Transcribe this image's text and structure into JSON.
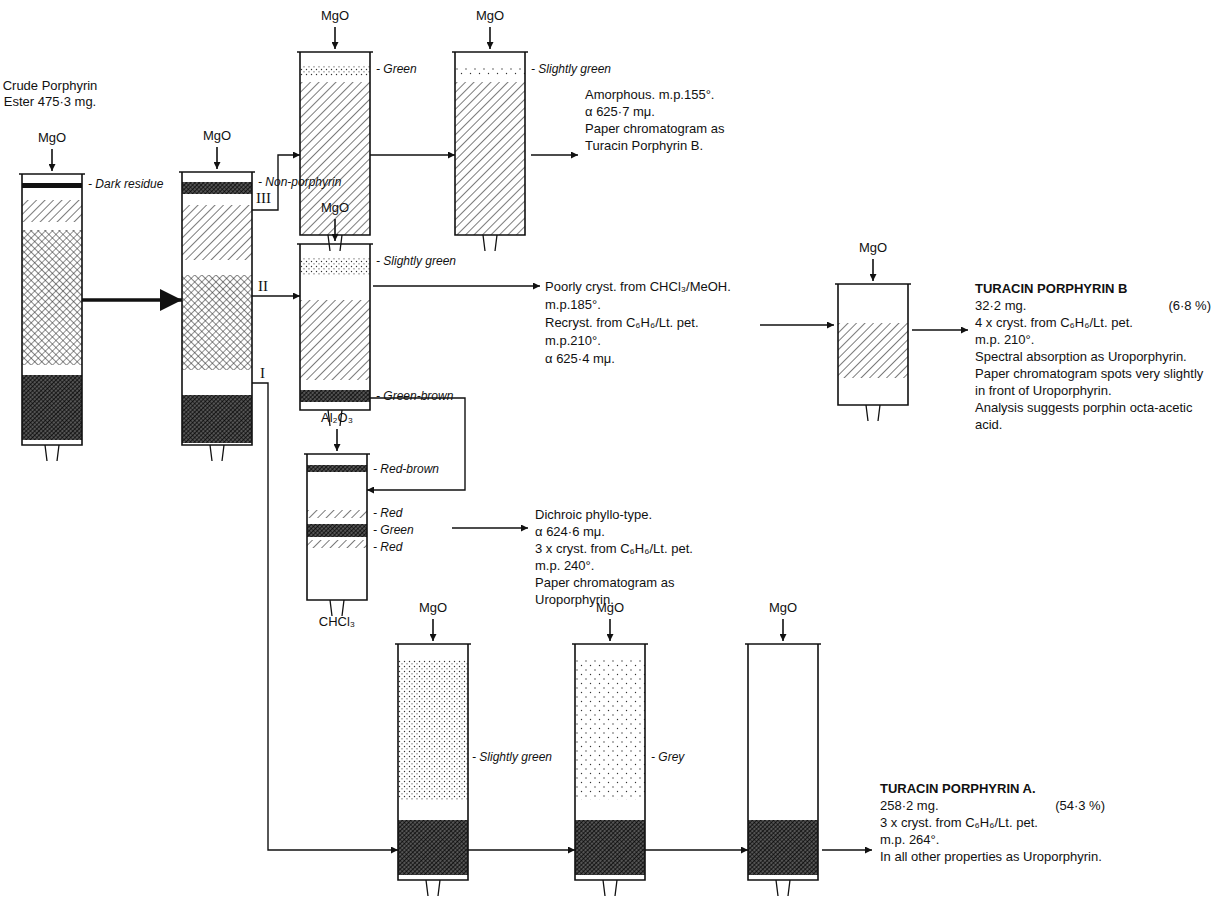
{
  "diagram": {
    "nodes": [
      {
        "text": [
          "MgO",
          "- Dark residue"
        ]
      },
      {
        "text": [
          "MgO",
          "- Non-porphyrin"
        ]
      },
      {
        "text": [
          "MgO",
          "- Green"
        ]
      },
      {
        "text": [
          "MgO",
          "- Slightly green"
        ]
      },
      {
        "text": [
          "MgO",
          "- Slightly green",
          "- Green-brown"
        ]
      },
      {
        "text": [
          "MgO"
        ]
      },
      {
        "text": [
          "Al₂O₃",
          "- Red-brown",
          "- Red",
          "- Green",
          "- Red",
          "CHCl₃"
        ]
      },
      {
        "text": [
          "MgO",
          "- Slightly green"
        ]
      },
      {
        "text": [
          "MgO",
          "- Grey"
        ]
      },
      {
        "text": [
          "MgO"
        ]
      }
    ],
    "edges": [
      {
        "from": 0,
        "to": 1,
        "arrow": "to"
      },
      {
        "from": 1,
        "to": 2,
        "arrow": "to",
        "label": "III"
      },
      {
        "from": 2,
        "to": 3,
        "arrow": "to"
      },
      {
        "from": 1,
        "to": 4,
        "arrow": "to",
        "label": "II"
      },
      {
        "from": 4,
        "to": 6,
        "arrow": "to"
      },
      {
        "from": 1,
        "to": 7,
        "arrow": "to",
        "label": "I"
      },
      {
        "from": 7,
        "to": 8,
        "arrow": "to"
      },
      {
        "from": 8,
        "to": 9,
        "arrow": "to"
      }
    ],
    "labels": [
      "Crude Porphyrin Ester 475·3 mg.",
      "Amorphous. m.p.155°.",
      "α 625·7 mμ.",
      "Paper chromatogram as Turacin Porphyrin B.",
      "Poorly cryst. from CHCl₃/MeOH.",
      "m.p.185°.",
      "Recryst. from C₆H₆/Lt. pet.",
      "m.p.210°.",
      "α 625·4 mμ.",
      "TURACIN PORPHYRIN B",
      "32·2 mg.",
      "(6·8 %)",
      "4 x cryst. from C₆H₆/Lt. pet.",
      "m.p. 210°.",
      "Spectral absorption as Uroporphyrin.",
      "Paper chromatogram spots very slightly in front of Uroporphyrin.",
      "Analysis suggests porphin octa-acetic acid.",
      "Dichroic phyllo-type.",
      "α 624·6 mμ.",
      "3 x cryst. from C₆H₆/Lt. pet.",
      "m.p. 240°.",
      "Paper chromatogram as Uroporphyrin.",
      "TURACIN PORPHYRIN A.",
      "258·2 mg.",
      "(54·3 %)",
      "3 x cryst. from C₆H₆/Lt. pet.",
      "m.p. 264°.",
      "In all other properties as Uroporphyrin."
    ]
  }
}
